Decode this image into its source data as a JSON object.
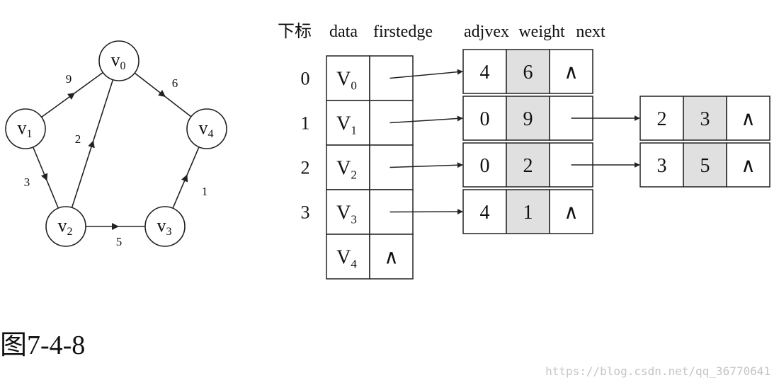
{
  "graph": {
    "nodes": [
      {
        "id": "v0",
        "base": "v",
        "sub": "0"
      },
      {
        "id": "v1",
        "base": "v",
        "sub": "1"
      },
      {
        "id": "v2",
        "base": "v",
        "sub": "2"
      },
      {
        "id": "v3",
        "base": "v",
        "sub": "3"
      },
      {
        "id": "v4",
        "base": "v",
        "sub": "4"
      }
    ],
    "edges": [
      {
        "from": "v1",
        "to": "v0",
        "weight": "9"
      },
      {
        "from": "v0",
        "to": "v4",
        "weight": "6"
      },
      {
        "from": "v2",
        "to": "v0",
        "weight": "2"
      },
      {
        "from": "v1",
        "to": "v2",
        "weight": "3"
      },
      {
        "from": "v2",
        "to": "v3",
        "weight": "5"
      },
      {
        "from": "v3",
        "to": "v4",
        "weight": "1"
      }
    ]
  },
  "headers": {
    "index": "下标",
    "data": "data",
    "firstedge": "firstedge",
    "adjvex": "adjvex",
    "weight": "weight",
    "next": "next"
  },
  "vertex_table": [
    {
      "index": "0",
      "base": "V",
      "sub": "0",
      "firstedge": ""
    },
    {
      "index": "1",
      "base": "V",
      "sub": "1",
      "firstedge": ""
    },
    {
      "index": "2",
      "base": "V",
      "sub": "2",
      "firstedge": ""
    },
    {
      "index": "3",
      "base": "V",
      "sub": "3",
      "firstedge": ""
    },
    {
      "index": "",
      "base": "V",
      "sub": "4",
      "firstedge": "∧"
    }
  ],
  "edge_lists": [
    [
      {
        "adjvex": "4",
        "weight": "6",
        "next": "∧"
      }
    ],
    [
      {
        "adjvex": "0",
        "weight": "9",
        "next": ""
      },
      {
        "adjvex": "2",
        "weight": "3",
        "next": "∧"
      }
    ],
    [
      {
        "adjvex": "0",
        "weight": "2",
        "next": ""
      },
      {
        "adjvex": "3",
        "weight": "5",
        "next": "∧"
      }
    ],
    [
      {
        "adjvex": "4",
        "weight": "1",
        "next": "∧"
      }
    ],
    []
  ],
  "caption": "图7-4-8",
  "watermark": "https://blog.csdn.net/qq_36770641",
  "colors": {
    "line": "#222222",
    "text": "#111111",
    "weight_cell_fill": "#e0e0e0",
    "watermark": "#c4c4c4"
  }
}
